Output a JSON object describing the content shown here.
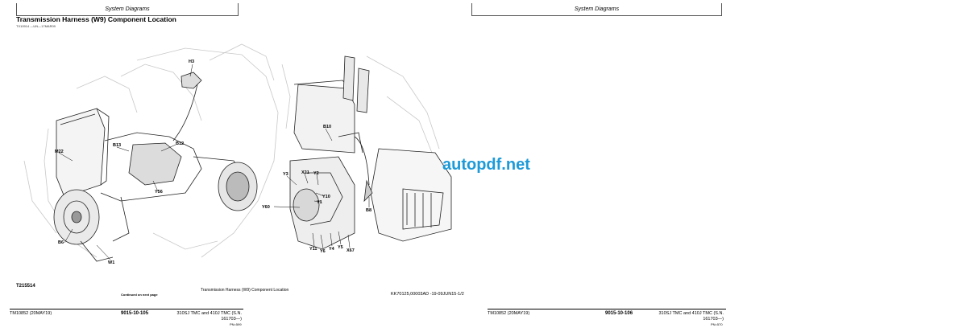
{
  "left_page": {
    "header": "System Diagrams",
    "title": "Transmission Harness (W9) Component Location",
    "subcode": "TX10914 —UN—17MAR09",
    "figure_code": "T215514",
    "continued": "Continued on next page",
    "caption": "Transmission Harness (W9) Component Location",
    "doc_ref": "KK70125,00003AD -19-09JUN15-1/2",
    "footer": {
      "manual": "TM10852 (20MAY19)",
      "page": "9015-10-105",
      "model": "310SJ TMC and 410J TMC (S.N. 161703—)",
      "pn": "PN=599"
    }
  },
  "right_page": {
    "header": "System Diagrams",
    "footer": {
      "manual": "TM10852 (20MAY19)",
      "page": "9015-10-106",
      "model": "310SJ TMC and 410J TMC (S.N. 161703—)",
      "pn": "PN=570"
    }
  },
  "watermark": "autopdf.net",
  "callouts": {
    "h3": "H3",
    "m22": "M22",
    "b13": "B13",
    "b12": "B12",
    "y56": "Y56",
    "b6": "B6",
    "w1": "W1",
    "b10": "B10",
    "y3": "Y3",
    "x21": "X21",
    "y2": "Y2",
    "y10": "Y10",
    "y1": "Y1",
    "y60": "Y60",
    "b8": "B8",
    "y11": "Y11",
    "y6": "Y6",
    "y4": "Y4",
    "y5": "Y5",
    "x67": "X67"
  },
  "colors": {
    "watermark": "#1d9ad8",
    "line_art": "#222222",
    "ghost_art": "#c8c8c8"
  }
}
